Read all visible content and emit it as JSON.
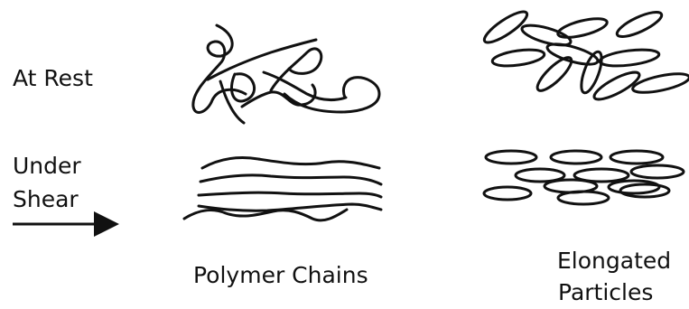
{
  "labels": {
    "at_rest": "At Rest",
    "under": "Under",
    "shear": "Shear",
    "polymer_chains": "Polymer Chains",
    "elongated_particles_line1": "Elongated",
    "elongated_particles_line2": "Particles"
  },
  "colors": {
    "stroke": "#111111",
    "background": "#ffffff"
  }
}
